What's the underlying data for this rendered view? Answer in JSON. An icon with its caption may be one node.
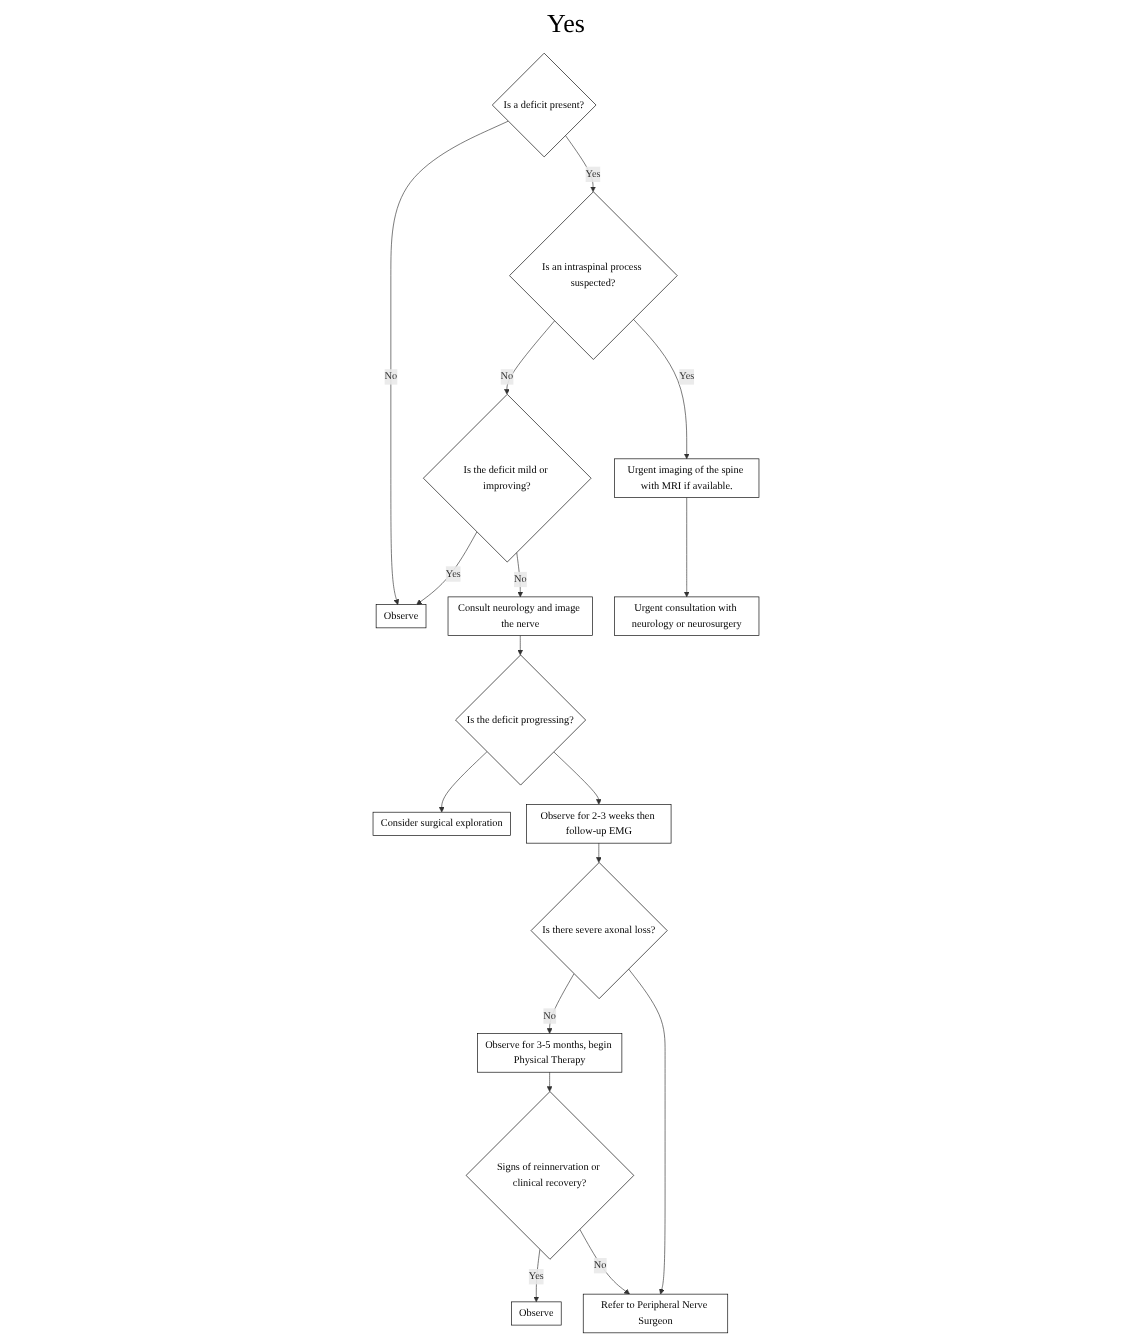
{
  "diagram": {
    "nodes": [
      {
        "text": [
          "Is a deficit present?"
        ]
      },
      {
        "text": [
          "Observe"
        ]
      },
      {
        "text": [
          "Is an intraspinal process suspected?"
        ]
      },
      {
        "text": [
          "Is the deficit mild or improving?"
        ]
      },
      {
        "text": [
          "Consult neurology and image the nerve"
        ]
      },
      {
        "text": [
          "Consider surgical exploration"
        ]
      },
      {
        "text": [
          "Is the deficit progressing?"
        ]
      },
      {
        "text": [
          "Urgent imaging of the spine with MRI if available."
        ]
      },
      {
        "text": [
          "Observe for 2-3 weeks then follow-up EMG"
        ]
      },
      {
        "text": [
          "Observe"
        ]
      },
      {
        "text": [
          "Urgent consultation with neurology or neurosurgery"
        ]
      },
      {
        "text": [
          "Signs of reinnervation or clinical recovery?"
        ]
      },
      {
        "text": [
          "Observe for 3-5 months, begin Physical Therapy"
        ]
      },
      {
        "text": [
          "Is there severe axonal loss?"
        ]
      },
      {
        "text": [
          "Refer to Peripheral Nerve Surgeon"
        ]
      }
    ],
    "edges": [
      {
        "from": 0,
        "to": 1,
        "arrow": "to",
        "label": "No"
      },
      {
        "from": 0,
        "to": 2,
        "arrow": "to",
        "label": "Yes"
      },
      {
        "from": 2,
        "to": 3,
        "arrow": "to",
        "label": "No"
      },
      {
        "from": 3,
        "to": 1,
        "arrow": "to",
        "label": "Yes"
      },
      {
        "from": 3,
        "to": 4,
        "arrow": "to",
        "label": "No"
      },
      {
        "from": 4,
        "to": 6,
        "arrow": "to"
      },
      {
        "from": 6,
        "to": 5,
        "arrow": "to"
      },
      {
        "from": 6,
        "to": 8,
        "arrow": "to"
      },
      {
        "from": 2,
        "to": 7,
        "arrow": "to",
        "label": "Yes"
      },
      {
        "from": 7,
        "to": 10,
        "arrow": "to"
      },
      {
        "from": 8,
        "to": 13,
        "arrow": "to"
      },
      {
        "from": 13,
        "to": 12,
        "arrow": "to",
        "label": "No"
      },
      {
        "from": 12,
        "to": 11,
        "arrow": "to"
      },
      {
        "from": 11,
        "to": 9,
        "arrow": "to",
        "label": "Yes"
      },
      {
        "from": 11,
        "to": 14,
        "arrow": "to",
        "label": "No"
      },
      {
        "from": 13,
        "to": 14,
        "arrow": "to"
      }
    ],
    "labels": [
      "Yes"
    ]
  }
}
